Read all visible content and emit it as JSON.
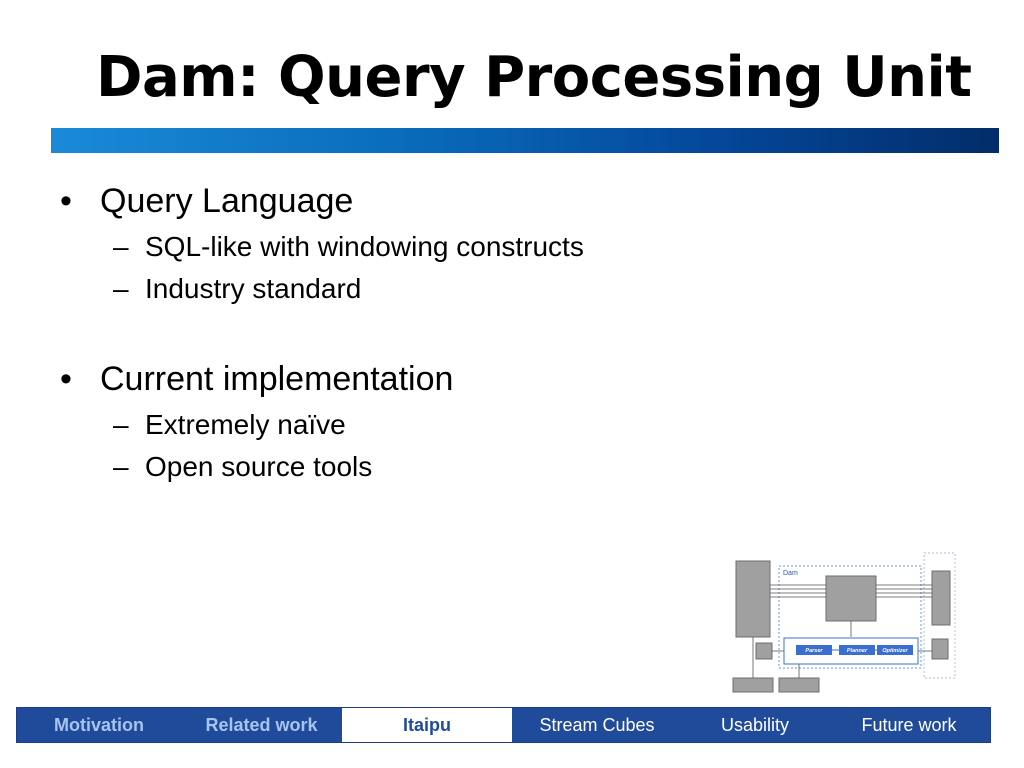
{
  "slide": {
    "title": "Dam: Query Processing Unit",
    "bullets": [
      {
        "marker": "•",
        "text": "Query Language",
        "subitems": [
          {
            "marker": "–",
            "text": "SQL-like with windowing constructs"
          },
          {
            "marker": "–",
            "text": "Industry standard"
          }
        ]
      },
      {
        "marker": "•",
        "text": "Current implementation",
        "subitems": [
          {
            "marker": "–",
            "text": "Extremely naïve"
          },
          {
            "marker": "–",
            "text": "Open source tools"
          }
        ]
      }
    ]
  },
  "diagram": {
    "container_label": "Dam",
    "stages": [
      "Parser",
      "Planner",
      "Optimizer"
    ]
  },
  "nav": {
    "items": [
      {
        "label": "Motivation",
        "state": "visited"
      },
      {
        "label": "Related work",
        "state": "visited"
      },
      {
        "label": "Itaipu",
        "state": "current"
      },
      {
        "label": "Stream Cubes",
        "state": "upcoming"
      },
      {
        "label": "Usability",
        "state": "upcoming"
      },
      {
        "label": "Future work",
        "state": "upcoming"
      }
    ]
  },
  "colors": {
    "title_bar_start": "#1a8ad8",
    "title_bar_end": "#022d6a",
    "nav_background": "#1f4b9a",
    "nav_visited_text": "#a8c4ee",
    "nav_active_background": "#ffffff",
    "diagram_accent": "#3a6fd0"
  }
}
